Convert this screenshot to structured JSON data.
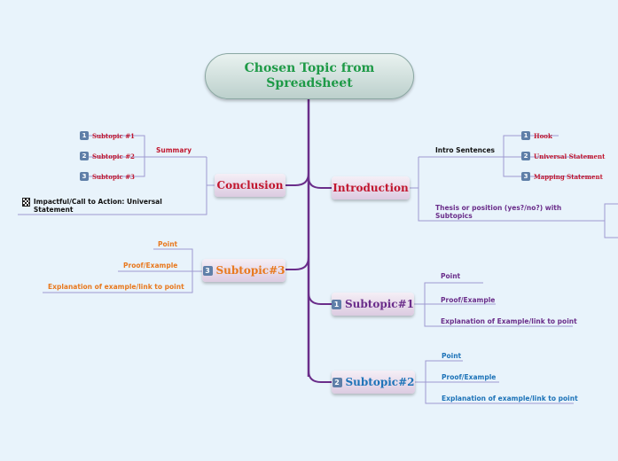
{
  "root": {
    "title": "Chosen Topic from Spreadsheet"
  },
  "topics": {
    "conclusion": {
      "label": "Conclusion"
    },
    "introduction": {
      "label": "Introduction"
    },
    "subtopic3": {
      "badge": "3",
      "label": "Subtopic#3"
    },
    "subtopic1": {
      "badge": "1",
      "label": "Subtopic#1"
    },
    "subtopic2": {
      "badge": "2",
      "label": "Subtopic#2"
    }
  },
  "conclusion": {
    "summary": "Summary",
    "subtopics": [
      {
        "badge": "1",
        "label": "Subtopic #1"
      },
      {
        "badge": "2",
        "label": "Subtopic #2"
      },
      {
        "badge": "3",
        "label": "Subtopic #3"
      }
    ],
    "call_to_action": "Impactful/Call to Action:  Universal Statement"
  },
  "introduction": {
    "intro_sentences": "Intro Sentences",
    "items": [
      {
        "badge": "1",
        "label": "Hook"
      },
      {
        "badge": "2",
        "label": "Universal Statement"
      },
      {
        "badge": "3",
        "label": "Mapping Statement"
      }
    ],
    "thesis": "Thesis or position (yes?/no?) with Subtopics"
  },
  "subtopic3_branches": {
    "point": "Point",
    "proof": "Proof/Example",
    "explanation": "Explanation of example/link to point"
  },
  "subtopic1_branches": {
    "point": "Point",
    "proof": "Proof/Example",
    "explanation": "Explanation of Example/link to point"
  },
  "subtopic2_branches": {
    "point": "Point",
    "proof": "Proof/Example",
    "explanation": "Explanation of example/link to point"
  },
  "colors": {
    "background": "#e8f3fb",
    "trunk": "#6a2d8a",
    "root_text": "#1e9a47",
    "red": "#c1162e",
    "orange": "#e8791e",
    "purple": "#6a2d8a",
    "blue": "#1d73b8"
  }
}
